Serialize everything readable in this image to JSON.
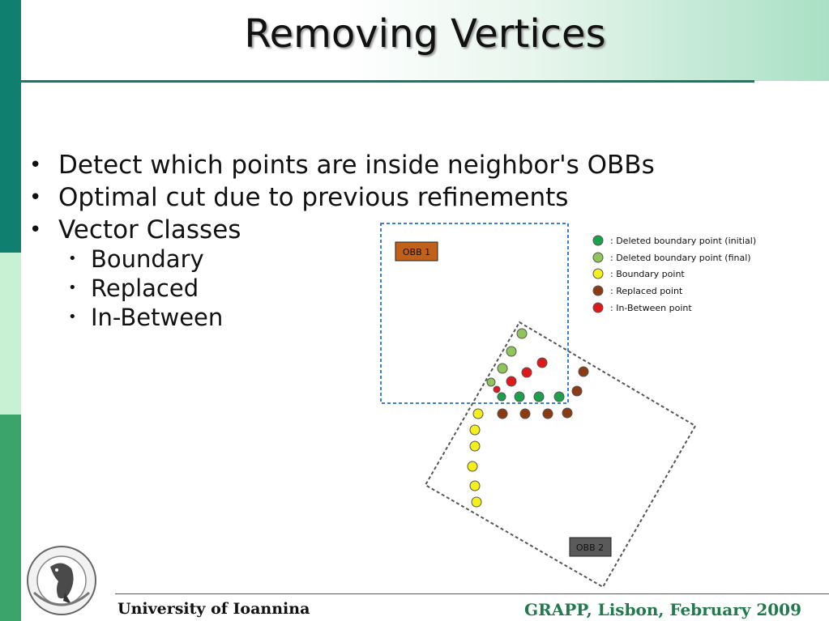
{
  "slide": {
    "title": "Removing Vertices",
    "bullets": [
      "Detect which points are inside neighbor's OBBs",
      "Optimal cut due to previous refinements",
      "Vector Classes"
    ],
    "sub_bullets": [
      "Boundary",
      "Replaced",
      "In-Between"
    ],
    "footer_left": "University of Ioannina",
    "footer_right": "GRAPP, Lisbon, February 2009",
    "bullet_glyph": "•"
  },
  "diagram": {
    "obb1_label": "OBB 1",
    "obb2_label": "OBB 2",
    "legend": [
      {
        "label": ": Deleted boundary point (initial)",
        "color": "#1aa24a"
      },
      {
        "label": ": Deleted boundary point (final)",
        "color": "#8fc65a"
      },
      {
        "label": ": Boundary point",
        "color": "#f5f01c"
      },
      {
        "label": ": Replaced point",
        "color": "#8b3a12"
      },
      {
        "label": ": In-Between point",
        "color": "#e01818"
      }
    ]
  },
  "colors": {
    "accent": "#137a6a",
    "sidebar_top": "#0f8070",
    "sidebar_mid": "#c8f0d2",
    "sidebar_bottom": "#3aa46a",
    "footer_right_text": "#1f7a4c",
    "obb1_fill": "#c0601a",
    "obb2_fill": "#5a5a5a"
  }
}
